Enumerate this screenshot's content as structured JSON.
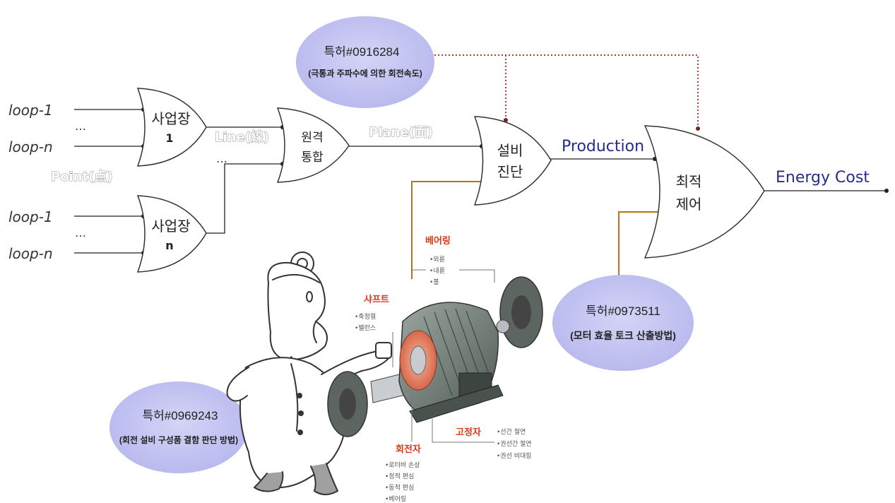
{
  "inputs": {
    "group1": {
      "loop_first": "loop-1",
      "ellipsis": "…",
      "loop_last": "loop-n"
    },
    "group2": {
      "loop_first": "loop-1",
      "ellipsis": "…",
      "loop_last": "loop-n"
    }
  },
  "gates": {
    "site1": {
      "line1": "사업장",
      "line2": "1"
    },
    "siten": {
      "line1": "사업장",
      "line2": "n"
    },
    "remote": {
      "line1": "원격",
      "line2": "통합"
    },
    "diagnosis": {
      "line1": "설비",
      "line2": "진단"
    },
    "optimal": {
      "line1": "최적",
      "line2": "제어"
    }
  },
  "labels": {
    "point": "Point(点)",
    "line": "Line(線)",
    "line_ellipsis": "…",
    "plane": "Plane(面)",
    "production": "Production",
    "energy_cost": "Energy Cost"
  },
  "patents": {
    "p1": {
      "number": "특허#0916284",
      "title": "(극통과 주파수에 의한 회전속도)"
    },
    "p2": {
      "number": "특허#0973511",
      "title": "(모터 효율 토크 산출방법)"
    },
    "p3": {
      "number": "특허#0969243",
      "title": "(회전 설비 구성품 결함 판단 방법)"
    }
  },
  "motor_parts": {
    "bearing": {
      "title": "베어링",
      "items": [
        "•외륜",
        "•내륜",
        "•볼"
      ]
    },
    "shaft": {
      "title": "샤프트",
      "items": [
        "•축정렬",
        "•밸런스"
      ]
    },
    "stator": {
      "title": "고정자",
      "items": [
        "•선간 절연",
        "•권선간 절연",
        "•권선 비대칭"
      ]
    },
    "rotor": {
      "title": "회전자",
      "items": [
        "•로터바 손상",
        "•정적 편심",
        "•동적 편심",
        "•베어링"
      ]
    }
  },
  "colors": {
    "ellipse_fill": "#c5c5f2",
    "patent_link": "#c0392b",
    "feedback_line": "#b5731c",
    "part_label": "#e2361b",
    "flow_label": "#2a2a8a"
  }
}
